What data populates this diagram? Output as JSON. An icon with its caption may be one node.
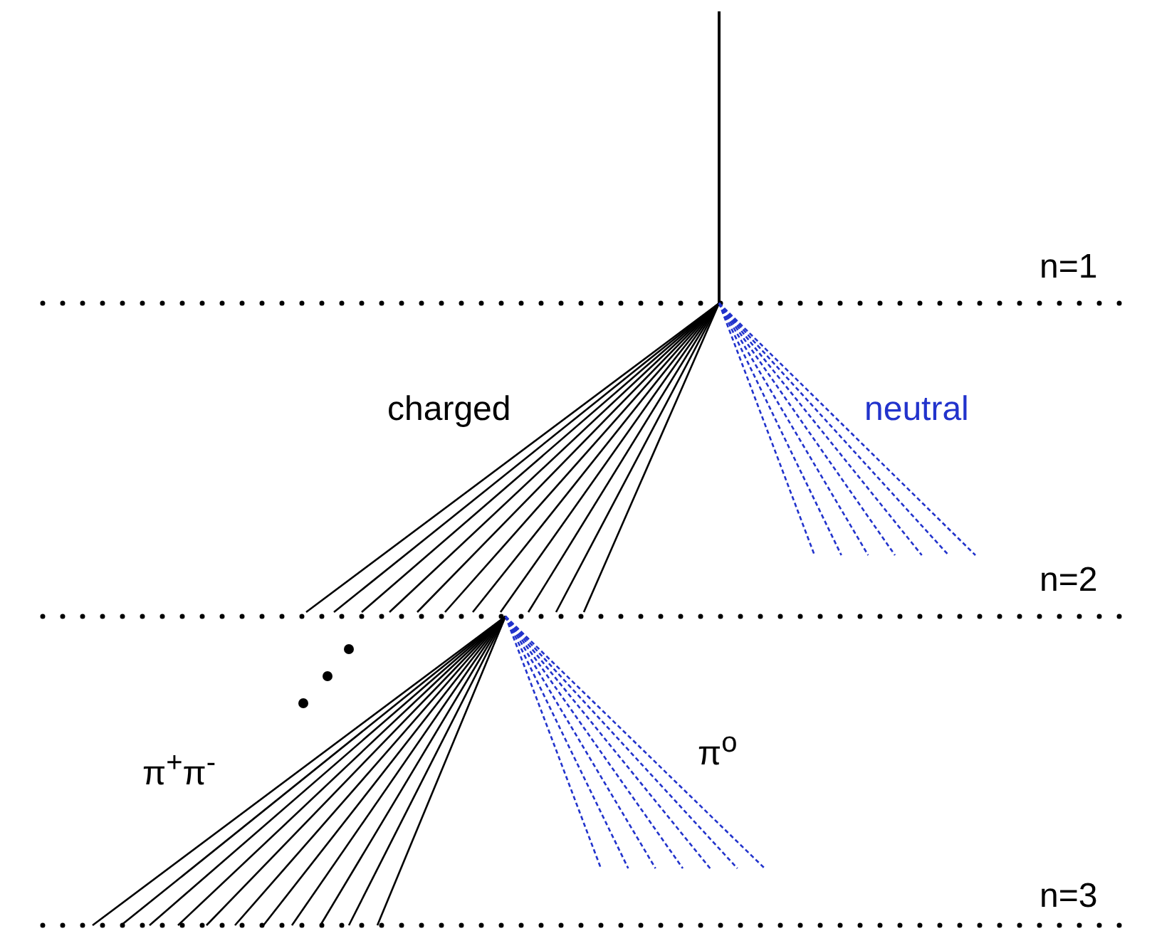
{
  "diagram": {
    "labels": [
      "n=1",
      "charged",
      "neutral",
      "n=2",
      "π$^{+}$π$^{-}$",
      "π$^{o}$",
      "n=3"
    ]
  }
}
